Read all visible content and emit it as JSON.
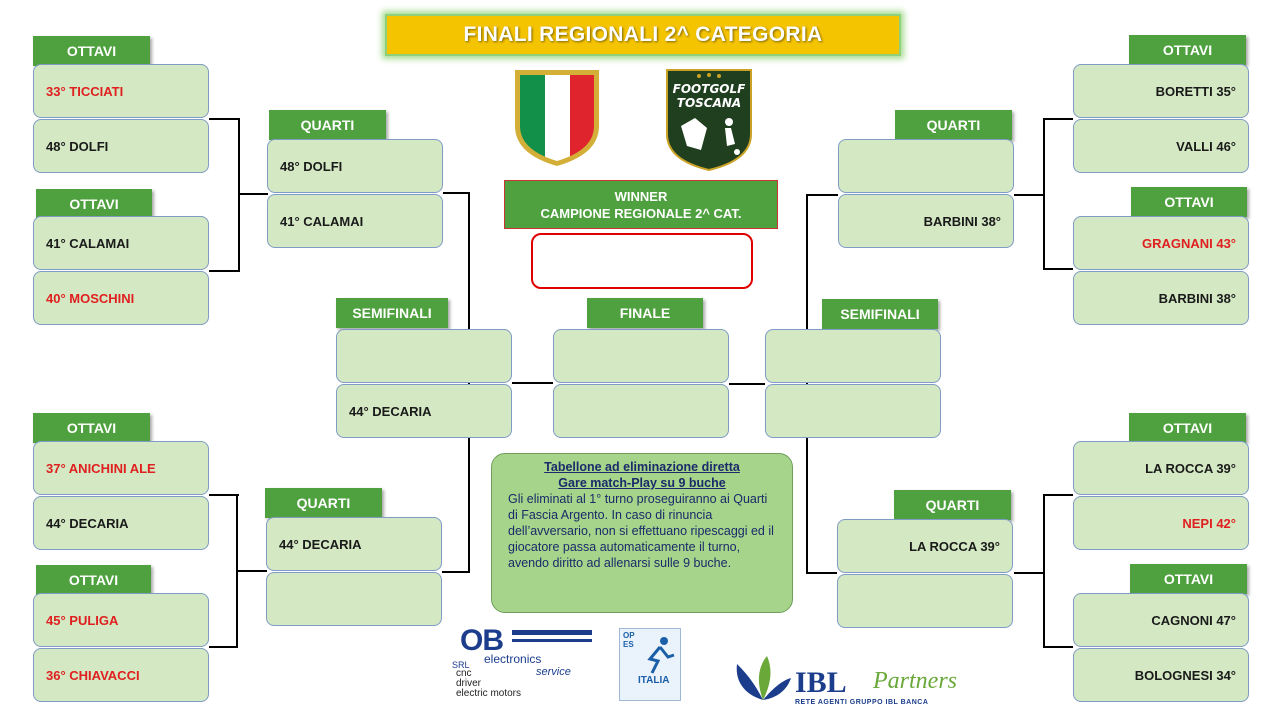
{
  "title": "FINALI REGIONALI 2^ CATEGORIA",
  "winner": {
    "line1": "WINNER",
    "line2": "CAMPIONE REGIONALE 2^ CAT."
  },
  "headers": {
    "ottavi": "OTTAVI",
    "quarti": "QUARTI",
    "semifinali": "SEMIFINALI",
    "finale": "FINALE"
  },
  "left": {
    "ottavi": [
      {
        "a": "33° TICCIATI",
        "b": "48° DOLFI"
      },
      {
        "a": "41° CALAMAI",
        "b": "40° MOSCHINI"
      },
      {
        "a": "37° ANICHINI ALE",
        "b": "44° DECARIA"
      },
      {
        "a": "45° PULIGA",
        "b": "36° CHIAVACCI"
      }
    ],
    "quarti": [
      {
        "a": "48° DOLFI",
        "b": "41° CALAMAI"
      },
      {
        "a": "44° DECARIA",
        "b": ""
      }
    ],
    "semifinale": {
      "a": "",
      "b": "44° DECARIA"
    }
  },
  "right": {
    "ottavi": [
      {
        "a": "BORETTI 35°",
        "b": "VALLI 46°"
      },
      {
        "a": "GRAGNANI 43°",
        "b": "BARBINI 38°"
      },
      {
        "a": "LA ROCCA 39°",
        "b": "NEPI 42°"
      },
      {
        "a": "CAGNONI 47°",
        "b": "BOLOGNESI 34°"
      }
    ],
    "quarti": [
      {
        "a": "",
        "b": "BARBINI 38°"
      },
      {
        "a": "LA ROCCA 39°",
        "b": ""
      }
    ],
    "semifinale": {
      "a": "",
      "b": ""
    }
  },
  "finale": {
    "a": "",
    "b": ""
  },
  "info": {
    "title1": "Tabellone ad eliminazione diretta",
    "title2": "Gare match-Play su 9 buche",
    "body": "Gli eliminati al 1° turno proseguiranno ai Quarti di Fascia Argento. In caso di rinuncia dell’avversario, non si effettuano ripescaggi ed il giocatore passa automaticamente il turno, avendo diritto ad allenarsi sulle 9 buche."
  },
  "logos": {
    "footgolf": {
      "line1": "FOOTGOLF",
      "line2": "TOSCANA"
    },
    "ob": {
      "mark": "OB",
      "line1": "electronics",
      "line2": "SRL",
      "line3": "service",
      "line4": "cnc",
      "line5": "driver",
      "line6": "electric motors"
    },
    "opes": {
      "mark": "OPES",
      "side": "ITALIA"
    },
    "ibl": {
      "mark": "IBL",
      "script": "Partners",
      "tagline": "RETE AGENTI GRUPPO IBL BANCA"
    }
  },
  "colors": {
    "header_green": "#4ea13e",
    "box_fill": "#d3e8c3",
    "title_yellow": "#f5c400",
    "loser_red": "#e02020"
  }
}
